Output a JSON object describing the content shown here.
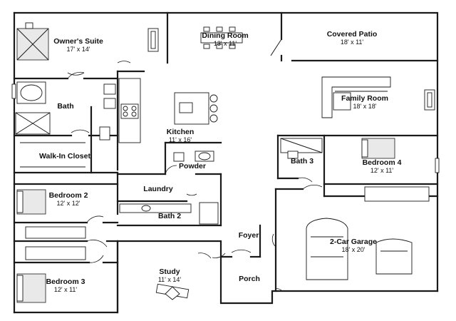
{
  "rooms": {
    "owners_suite": {
      "name": "Owner's Suite",
      "dims": "17' x 14'"
    },
    "dining_room": {
      "name": "Dining Room",
      "dims": "13' x 11'"
    },
    "covered_patio": {
      "name": "Covered Patio",
      "dims": "18' x 11'"
    },
    "bath": {
      "name": "Bath"
    },
    "family_room": {
      "name": "Family Room",
      "dims": "18' x 18'"
    },
    "kitchen": {
      "name": "Kitchen",
      "dims": "11' x 16'"
    },
    "walk_in_closet": {
      "name": "Walk-In Closet"
    },
    "powder": {
      "name": "Powder"
    },
    "bath_3": {
      "name": "Bath 3"
    },
    "bedroom_4": {
      "name": "Bedroom 4",
      "dims": "12' x 11'"
    },
    "bedroom_2": {
      "name": "Bedroom 2",
      "dims": "12' x 12'"
    },
    "laundry": {
      "name": "Laundry"
    },
    "bath_2": {
      "name": "Bath 2"
    },
    "foyer": {
      "name": "Foyer"
    },
    "garage": {
      "name": "2-Car Garage",
      "dims": "18' x 20'"
    },
    "study": {
      "name": "Study",
      "dims": "11' x 14'"
    },
    "porch": {
      "name": "Porch"
    },
    "bedroom_3": {
      "name": "Bedroom 3",
      "dims": "12' x 11'"
    }
  }
}
